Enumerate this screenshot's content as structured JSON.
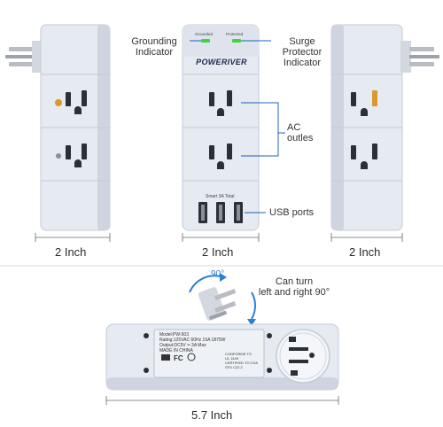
{
  "brand": "POWERIVER",
  "labels": {
    "grounding": "Grounding\nIndicator",
    "surge": "Surge\nProtector\nIndicator",
    "ac": "AC\noutles",
    "usb": "USB ports",
    "rotate": "Can turn\nleft and right 90°",
    "angle": "90°",
    "usb_rating": "Smart 3A Total",
    "led_grounded": "Grounded",
    "led_protected": "Protected"
  },
  "dimensions": {
    "left": "2 Inch",
    "center": "2 Inch",
    "right": "2 Inch",
    "bottom": "5.7 Inch"
  },
  "rating_plate": {
    "model": "Model:PW-503",
    "rating": "Rating:125VAC 60Hz 15A 1875W",
    "output": "Output:DC5V ═ 3A Max",
    "origin": "MADE IN CHINA",
    "conform1": "CONFORMS TO",
    "conform2": "UL 1449",
    "conform3": "CERTIFIED TO CSA",
    "conform4": "STD C22.2"
  },
  "colors": {
    "body": "#e6eaf1",
    "body_shade": "#c9d0dc",
    "outlet": "#2a2f38",
    "led": "#3ed63e",
    "accent": "#2f7fd1",
    "leader": "#1f5fb8"
  }
}
